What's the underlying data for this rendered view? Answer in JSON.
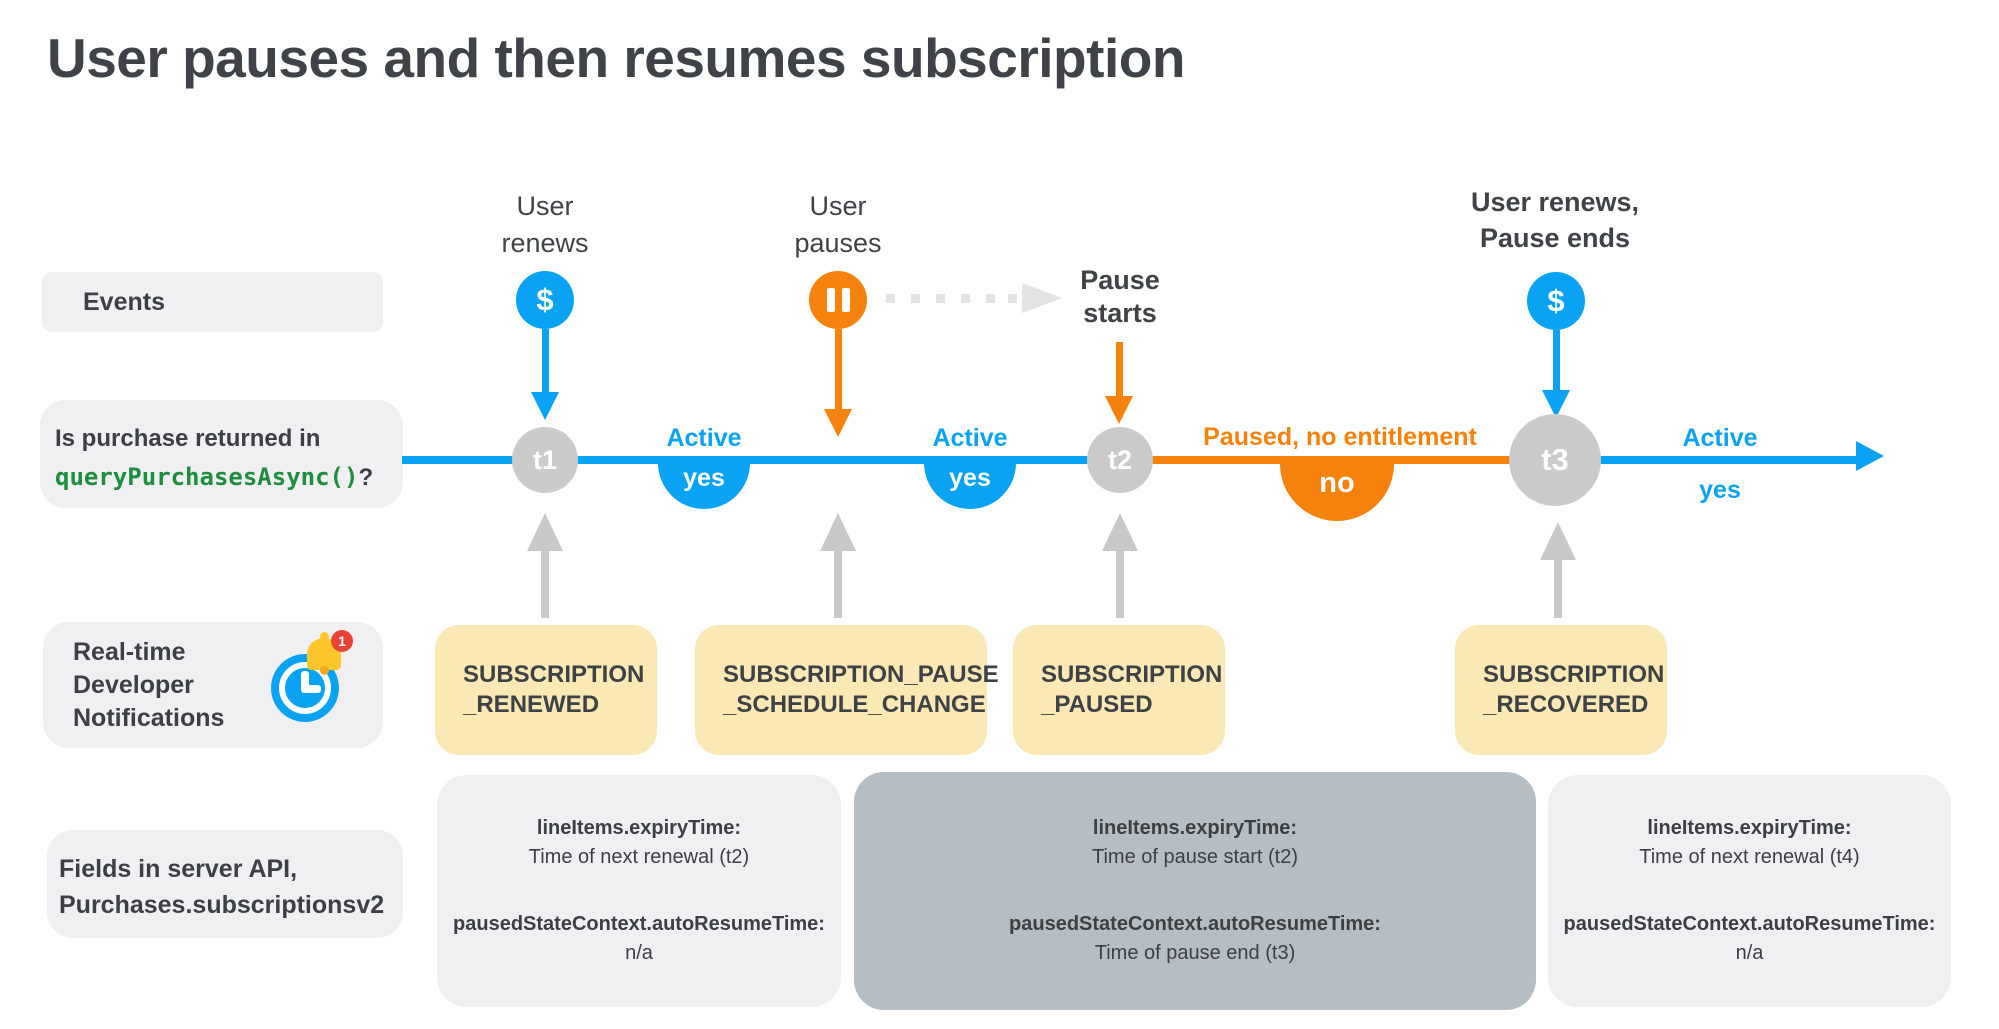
{
  "title": "User pauses and then resumes subscription",
  "colors": {
    "blue": "#0aa3f3",
    "orange": "#f5820d",
    "marker_gray": "#cbcbcb",
    "yellow_box": "#fae8b5",
    "light_gray_box": "#f0f0f2",
    "dark_gray_box": "#b6bdc3",
    "text_dark": "#3c4043",
    "code_green": "#1e8e3e",
    "badge_red": "#ea4335"
  },
  "labels": {
    "events": "Events",
    "purchase_q": {
      "text": "Is purchase returned in",
      "code": "queryPurchasesAsync()",
      "suffix": "?"
    },
    "rtdn": {
      "lines": [
        "Real-time",
        "Developer",
        "Notifications"
      ],
      "icon": "clock-with-notification-bell",
      "badge": "1"
    },
    "fields": {
      "lines": [
        "Fields in server API,",
        "Purchases.subscriptionsv2"
      ]
    }
  },
  "events": {
    "renew1": {
      "lines": [
        "User",
        "renews"
      ],
      "icon": "$"
    },
    "pause": {
      "lines": [
        "User",
        "pauses"
      ],
      "icon": "pause"
    },
    "pause_starts": {
      "lines": [
        "Pause",
        "starts"
      ]
    },
    "renew2": {
      "lines": [
        "User renews,",
        "Pause ends"
      ],
      "icon": "$"
    }
  },
  "timeline": {
    "markers": [
      "t1",
      "t2",
      "t3"
    ],
    "segments": [
      {
        "label": "Active",
        "value": "yes"
      },
      {
        "label": "Active",
        "value": "yes"
      },
      {
        "label": "Paused, no entitlement",
        "value": "no"
      },
      {
        "label": "Active",
        "value": "yes"
      }
    ]
  },
  "rtdn_boxes": [
    {
      "lines": [
        "SUBSCRIPTION",
        "_RENEWED"
      ]
    },
    {
      "lines": [
        "SUBSCRIPTION_PAUSE",
        "_SCHEDULE_CHANGE"
      ]
    },
    {
      "lines": [
        "SUBSCRIPTION",
        "_PAUSED"
      ]
    },
    {
      "lines": [
        "SUBSCRIPTION",
        "_RECOVERED"
      ]
    }
  ],
  "api_boxes": [
    {
      "fields": [
        {
          "name": "lineItems.expiryTime:",
          "value": "Time of next renewal (t2)"
        },
        {
          "name": "pausedStateContext.autoResumeTime:",
          "value": "n/a"
        }
      ]
    },
    {
      "fields": [
        {
          "name": "lineItems.expiryTime:",
          "value": "Time of pause start (t2)"
        },
        {
          "name": "pausedStateContext.autoResumeTime:",
          "value": "Time of pause end (t3)"
        }
      ]
    },
    {
      "fields": [
        {
          "name": "lineItems.expiryTime:",
          "value": "Time of next renewal (t4)"
        },
        {
          "name": "pausedStateContext.autoResumeTime:",
          "value": "n/a"
        }
      ]
    }
  ]
}
